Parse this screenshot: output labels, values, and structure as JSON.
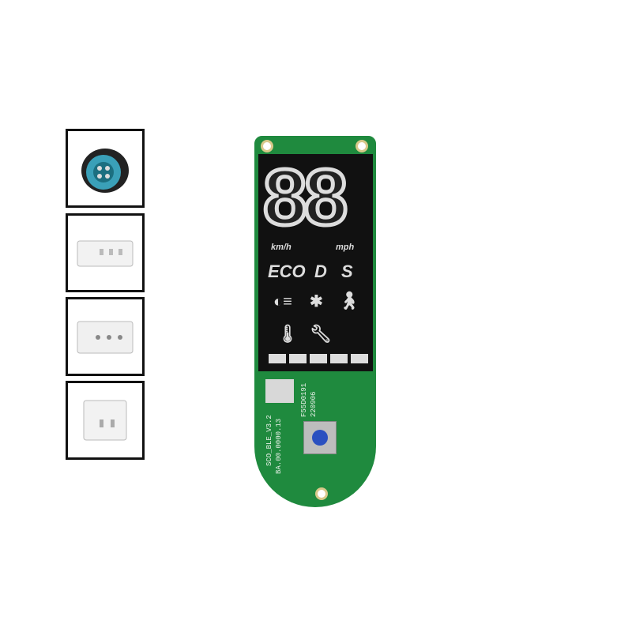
{
  "thumbnails": [
    "round-waterproof-connector",
    "white-3pin-connector-a",
    "white-3pin-connector-b",
    "white-2pin-connector"
  ],
  "display": {
    "digits": "88",
    "unit_left": "km/h",
    "unit_right": "mph",
    "modes": [
      "ECO",
      "D",
      "S"
    ]
  },
  "pcb": {
    "model": "SCO_BLE_V3.2",
    "part": "BA.00.0000.13",
    "code1": "F55D0191",
    "code2": "220906"
  },
  "colors": {
    "pcb": "#1f8a3e",
    "button": "#2a4fc0"
  }
}
